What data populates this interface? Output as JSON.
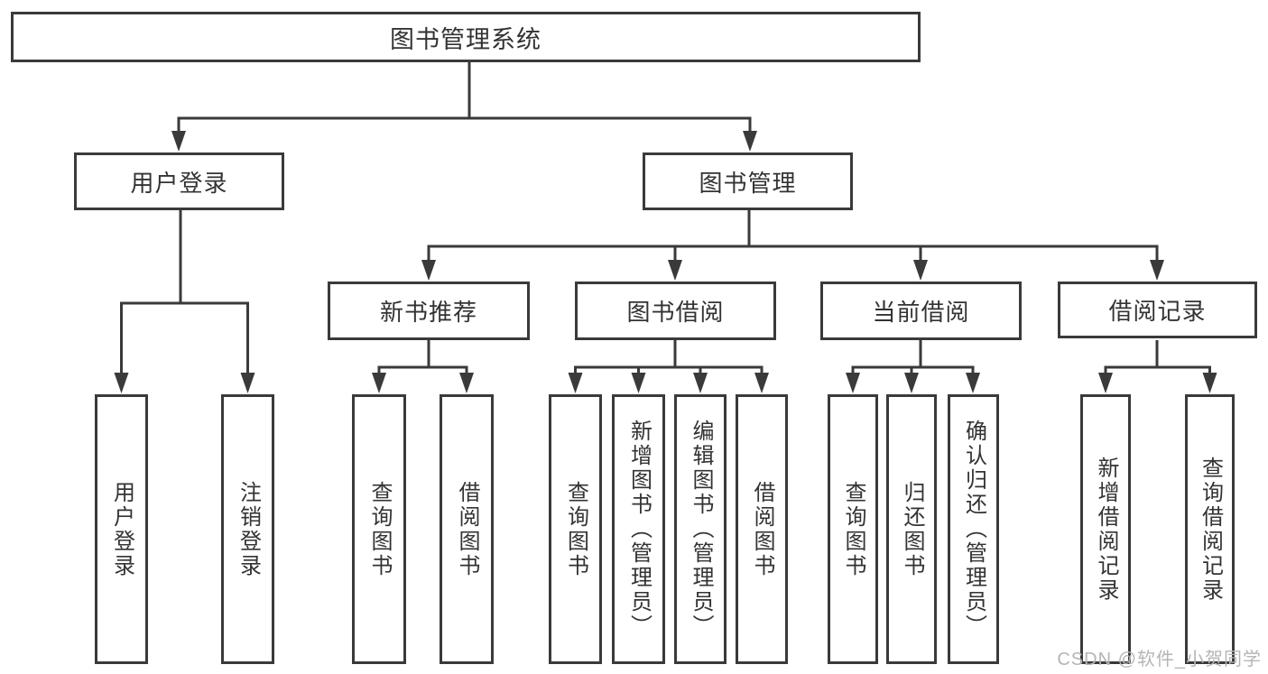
{
  "diagram": {
    "title": "图书管理系统",
    "type": "hierarchy-tree",
    "colors": {
      "background": "#ffffff",
      "line": "#3a3a3a",
      "box_border": "#3a3a3a",
      "text": "#333333",
      "watermark": "#b5b5b5"
    },
    "nodes": {
      "root": "图书管理系统",
      "user_login_group": "用户登录",
      "book_mgmt": "图书管理",
      "new_book_rec": "新书推荐",
      "book_borrow": "图书借阅",
      "current_borrow": "当前借阅",
      "borrow_records": "借阅记录",
      "user_login": "用户登录",
      "logout": "注销登录",
      "nbr_query": "查询图书",
      "nbr_borrow": "借阅图书",
      "bb_query": "查询图书",
      "bb_add": "新增图书（管理员）",
      "bb_edit": "编辑图书（管理员）",
      "bb_borrow": "借阅图书",
      "cb_query": "查询图书",
      "cb_return": "归还图书",
      "cb_confirm": "确认归还（管理员）",
      "br_add": "新增借阅记录",
      "br_query": "查询借阅记录"
    },
    "hierarchy": {
      "图书管理系统": {
        "用户登录": [
          "用户登录",
          "注销登录"
        ],
        "图书管理": {
          "新书推荐": [
            "查询图书",
            "借阅图书"
          ],
          "图书借阅": [
            "查询图书",
            "新增图书（管理员）",
            "编辑图书（管理员）",
            "借阅图书"
          ],
          "当前借阅": [
            "查询图书",
            "归还图书",
            "确认归还（管理员）"
          ],
          "借阅记录": [
            "新增借阅记录",
            "查询借阅记录"
          ]
        }
      }
    }
  },
  "watermark": "CSDN @软件_小贺同学"
}
